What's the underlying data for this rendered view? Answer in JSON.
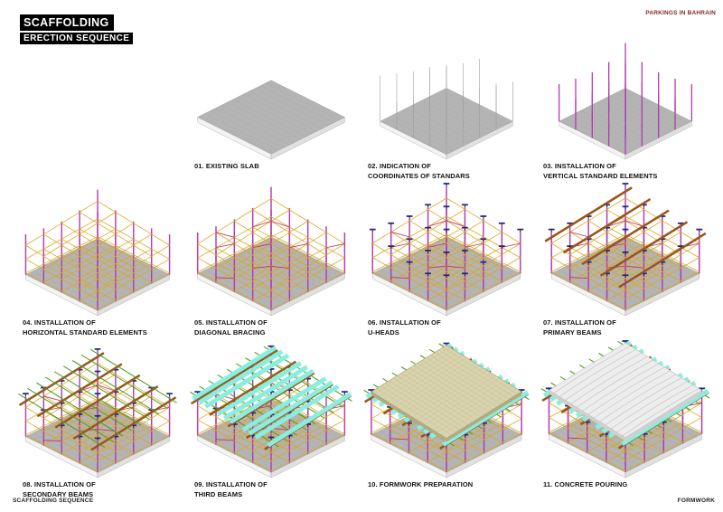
{
  "header": {
    "title": "SCAFFOLDING",
    "subtitle": "ERECTION SEQUENCE",
    "project": "PARKINGS IN BAHRAIN"
  },
  "footer": {
    "left": "SCAFFOLDING SEQUENCE",
    "right": "FORMWORK"
  },
  "palette": {
    "slab_top": "#b4b4b4",
    "slab_side_light": "#f3f3f3",
    "slab_side_dark": "#e0e0e0",
    "slab_edge": "#9e9e9e",
    "mark": "#9e9e9e",
    "standard": "#b13cb1",
    "ledger": "#d9a81f",
    "diagonal": "#c23568",
    "uhead": "#25257d",
    "primary": "#9a551c",
    "secondary": "#4f9d22",
    "third": "#88efe0",
    "formwork_top": "#d9d3ad",
    "formwork_edge": "#b3ab82",
    "formwork_line": "#a29a70",
    "concrete_top": "#ededed",
    "concrete_edge": "#d0d0d0",
    "concrete_line": "#bfbfbf"
  },
  "steps": [
    {
      "id": "01",
      "caption": "01. EXISTING SLAB",
      "layers": [
        "slab"
      ]
    },
    {
      "id": "02",
      "caption": "02. INDICATION OF\nCOORDINATES OF STANDARS",
      "layers": [
        "slab",
        "marks"
      ]
    },
    {
      "id": "03",
      "caption": "03. INSTALLATION OF\nVERTICAL STANDARD ELEMENTS",
      "layers": [
        "slab",
        "standards"
      ]
    },
    {
      "id": "04",
      "caption": "04. INSTALLATION OF\nHORIZONTAL STANDARD ELEMENTS",
      "layers": [
        "slab",
        "standards",
        "ledgers"
      ]
    },
    {
      "id": "05",
      "caption": "05. INSTALLATION OF\nDIAGONAL BRACING",
      "layers": [
        "slab",
        "standards",
        "ledgers",
        "diagonals"
      ]
    },
    {
      "id": "06",
      "caption": "06. INSTALLATION OF\nU-HEADS",
      "layers": [
        "slab",
        "standards",
        "ledgers",
        "diagonals",
        "uheads"
      ]
    },
    {
      "id": "07",
      "caption": "07. INSTALLATION OF\nPRIMARY BEAMS",
      "layers": [
        "slab",
        "standards",
        "ledgers",
        "diagonals",
        "uheads",
        "primary"
      ]
    },
    {
      "id": "08",
      "caption": "08. INSTALLATION OF\nSECONDARY BEAMS",
      "layers": [
        "slab",
        "standards",
        "ledgers",
        "diagonals",
        "uheads",
        "primary",
        "secondary"
      ]
    },
    {
      "id": "09",
      "caption": "09. INSTALLATION OF\nTHIRD BEAMS",
      "layers": [
        "slab",
        "standards",
        "ledgers",
        "diagonals",
        "uheads",
        "primary",
        "secondary",
        "third"
      ]
    },
    {
      "id": "10",
      "caption": "10. FORMWORK PREPARATION",
      "layers": [
        "slab",
        "standards",
        "ledgers",
        "diagonals",
        "uheads",
        "primary",
        "secondary",
        "third",
        "formwork"
      ]
    },
    {
      "id": "11",
      "caption": "11. CONCRETE POURING",
      "layers": [
        "slab",
        "standards",
        "ledgers",
        "diagonals",
        "uheads",
        "primary",
        "secondary",
        "third",
        "concrete"
      ]
    }
  ]
}
